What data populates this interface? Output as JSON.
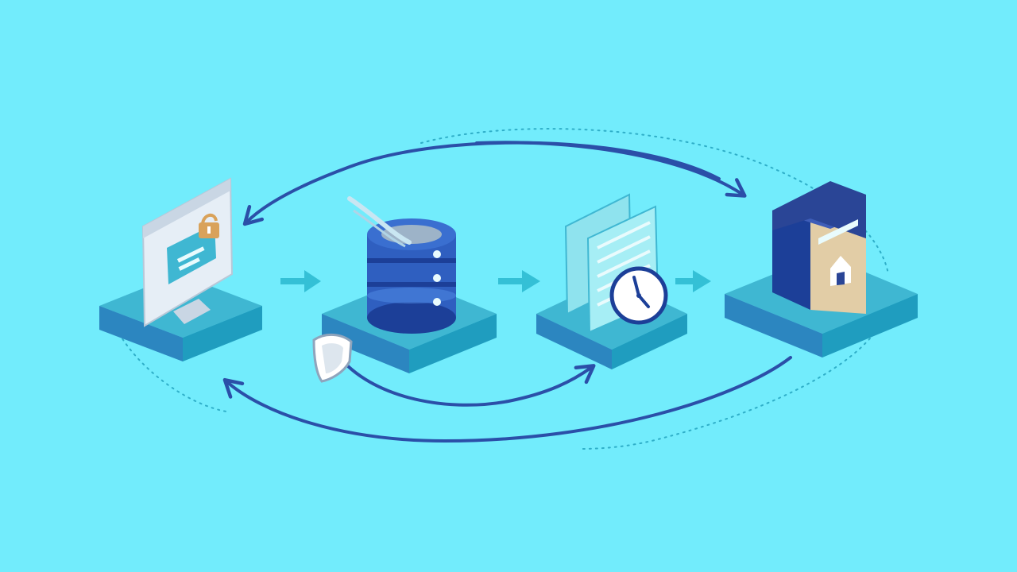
{
  "colors": {
    "background": "#72ECFC",
    "arrow_navy": "#2B4FA8",
    "flow_arrow": "#34C0D6",
    "dotted": "#2FAEC8",
    "platform_top": "#3FB7D2",
    "platform_left": "#2C86C0",
    "platform_right": "#1F9DBF",
    "cylinder": "#2F5FC0",
    "cylinder_dark": "#1C3F98",
    "panel": "#8FE3EE",
    "panel_stripe": "#E9FBFD",
    "monitor": "#E6EEF6",
    "box_navy": "#2A4596",
    "box_tan": "#E2CDA6",
    "lock": "#D9A25A"
  },
  "nodes": [
    {
      "id": "source-client",
      "icon": "monitor-icon"
    },
    {
      "id": "database",
      "icon": "database-icon"
    },
    {
      "id": "scheduled-backups",
      "icon": "clock-icon"
    },
    {
      "id": "offsite-storage",
      "icon": "storage-box-icon"
    }
  ],
  "flow": [
    {
      "from": "source-client",
      "to": "database"
    },
    {
      "from": "database",
      "to": "scheduled-backups"
    },
    {
      "from": "scheduled-backups",
      "to": "offsite-storage"
    }
  ],
  "cycle_arrows": [
    {
      "from": "source-client",
      "to": "offsite-storage",
      "path": "upper"
    },
    {
      "from": "offsite-storage",
      "to": "source-client",
      "path": "upper"
    },
    {
      "from": "database",
      "to": "scheduled-backups",
      "path": "lower"
    },
    {
      "from": "offsite-storage",
      "to": "source-client",
      "path": "outer-lower"
    }
  ]
}
